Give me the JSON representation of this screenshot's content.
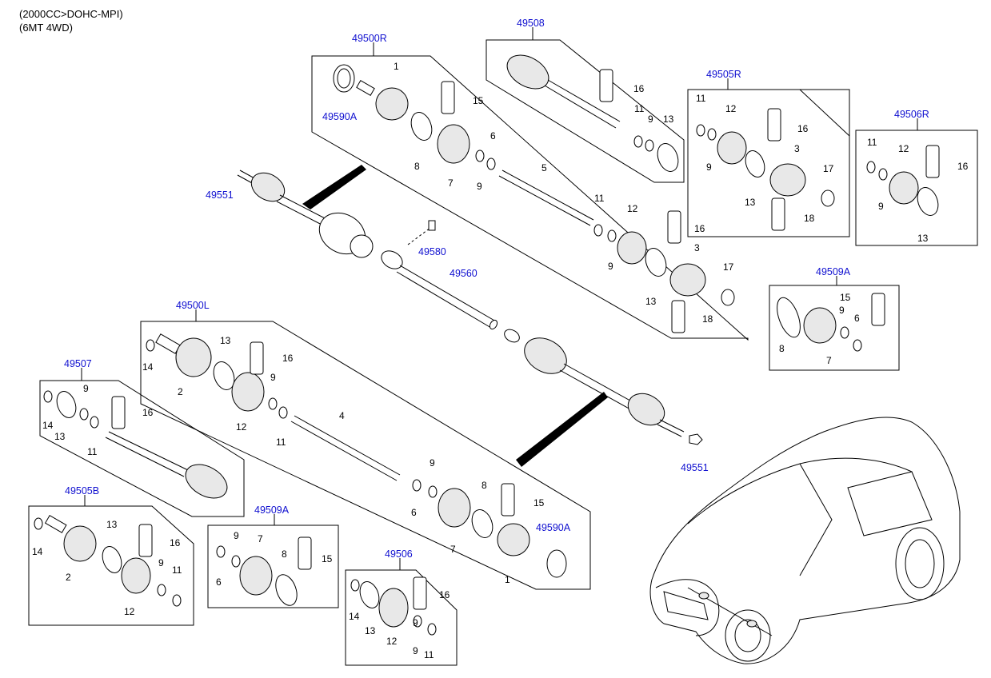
{
  "header": {
    "line1": "(2000CC>DOHC-MPI)",
    "line2": "(6MT 4WD)"
  },
  "callouts": {
    "p49500R": "49500R",
    "p49508": "49508",
    "p49505R": "49505R",
    "p49506R": "49506R",
    "p49509A_r": "49509A",
    "p49590A_top": "49590A",
    "p49551_top": "49551",
    "p49580": "49580",
    "p49560": "49560",
    "p49500L": "49500L",
    "p49507": "49507",
    "p49505B": "49505B",
    "p49509A_b": "49509A",
    "p49506": "49506",
    "p49590A_bot": "49590A",
    "p49551_bot": "49551"
  },
  "keys": {
    "k1": "1",
    "k2": "2",
    "k3": "3",
    "k4": "4",
    "k5": "5",
    "k6": "6",
    "k7": "7",
    "k8": "8",
    "k9": "9",
    "k11": "11",
    "k12": "12",
    "k13": "13",
    "k14": "14",
    "k15": "15",
    "k16": "16",
    "k17": "17",
    "k18": "18"
  }
}
